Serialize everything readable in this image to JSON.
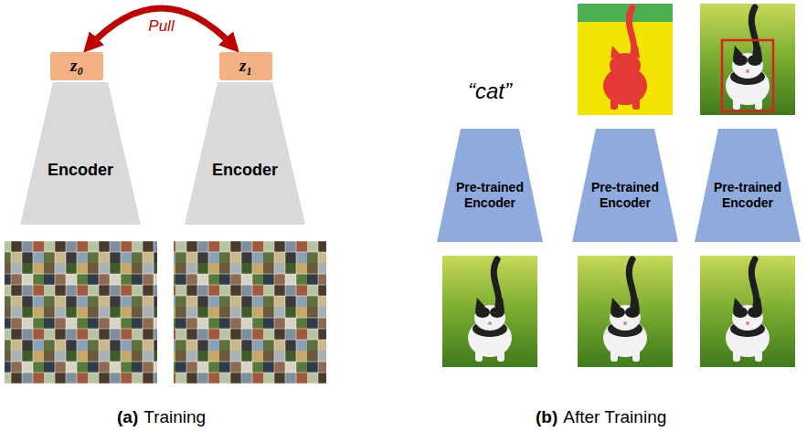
{
  "diagram": {
    "nodes": [
      {
        "text": [
          "z₀"
        ]
      },
      {
        "text": [
          "z₁"
        ]
      },
      {
        "text": [
          "Encoder"
        ]
      },
      {
        "text": [
          "Encoder"
        ]
      },
      {
        "text": [
          "Pre-trained Encoder"
        ]
      },
      {
        "text": [
          "Pre-trained Encoder"
        ]
      },
      {
        "text": [
          "Pre-trained Encoder"
        ]
      }
    ],
    "edges": [
      {
        "from": 0,
        "to": 1,
        "label": "Pull",
        "arrow": "both"
      }
    ],
    "labels": [
      "(a)",
      "Training",
      "“cat”",
      "(b)",
      "After Training"
    ]
  }
}
